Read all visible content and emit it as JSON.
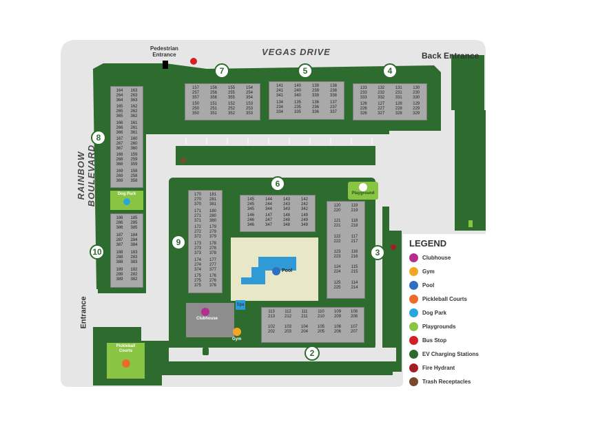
{
  "map": {
    "streets": {
      "north": "VEGAS DRIVE",
      "west": "RAINBOW BOULEVARD"
    },
    "labels": {
      "pedestrian_entrance": "Pedestrian\nEntrance",
      "back_entrance": "Back Entrance",
      "entrance": "Entrance"
    },
    "building_markers": [
      "2",
      "3",
      "4",
      "5",
      "6",
      "7",
      "8",
      "9",
      "10"
    ],
    "amenities": {
      "dog_park": "Dog Park",
      "playground": "Playground",
      "pool": "Pool",
      "spa": "Spa",
      "clubhouse": "Clubhouse",
      "gym": "Gym",
      "pickleball": "Pickleball\nCourts"
    },
    "buildings": {
      "b7": [
        [
          "157",
          "257",
          "357"
        ],
        [
          "156",
          "256",
          "356"
        ],
        [
          "155",
          "255",
          "355"
        ],
        [
          "154",
          "254",
          "354"
        ],
        [
          "150",
          "250",
          "350"
        ],
        [
          "151",
          "251",
          "351"
        ],
        [
          "152",
          "252",
          "352"
        ],
        [
          "153",
          "253",
          "353"
        ]
      ],
      "b5": [
        [
          "141",
          "241",
          "341"
        ],
        [
          "140",
          "240",
          "340"
        ],
        [
          "139",
          "239",
          "339"
        ],
        [
          "138",
          "238",
          "338"
        ],
        [
          "134",
          "234",
          "334"
        ],
        [
          "135",
          "235",
          "335"
        ],
        [
          "136",
          "236",
          "336"
        ],
        [
          "137",
          "237",
          "337"
        ]
      ],
      "b4": [
        [
          "133",
          "233",
          "333"
        ],
        [
          "132",
          "232",
          "332"
        ],
        [
          "131",
          "231",
          "331"
        ],
        [
          "130",
          "230",
          "330"
        ],
        [
          "126",
          "226",
          "326"
        ],
        [
          "127",
          "227",
          "327"
        ],
        [
          "128",
          "228",
          "328"
        ],
        [
          "129",
          "229",
          "329"
        ]
      ],
      "b8": [
        [
          "164",
          "264",
          "364"
        ],
        [
          "163",
          "263",
          "363"
        ],
        [
          "165",
          "265",
          "365"
        ],
        [
          "162",
          "262",
          "362"
        ],
        [
          "166",
          "266",
          "366"
        ],
        [
          "161",
          "261",
          "361"
        ],
        [
          "167",
          "267",
          "367"
        ],
        [
          "160",
          "260",
          "360"
        ],
        [
          "168",
          "268",
          "368"
        ],
        [
          "159",
          "259",
          "359"
        ],
        [
          "169",
          "269",
          "369"
        ],
        [
          "158",
          "258",
          "358"
        ]
      ],
      "b10": [
        [
          "186",
          "286",
          "386"
        ],
        [
          "185",
          "285",
          "385"
        ],
        [
          "187",
          "287",
          "387"
        ],
        [
          "184",
          "284",
          "384"
        ],
        [
          "188",
          "288",
          "388"
        ],
        [
          "183",
          "283",
          "383"
        ],
        [
          "189",
          "289",
          "389"
        ],
        [
          "182",
          "282",
          "382"
        ]
      ],
      "b9": [
        [
          "170",
          "270",
          "370"
        ],
        [
          "181",
          "281",
          "381"
        ],
        [
          "171",
          "271",
          "371"
        ],
        [
          "180",
          "280",
          "380"
        ],
        [
          "172",
          "272",
          "372"
        ],
        [
          "179",
          "279",
          "379"
        ],
        [
          "173",
          "273",
          "373"
        ],
        [
          "178",
          "278",
          "378"
        ],
        [
          "174",
          "274",
          "374"
        ],
        [
          "177",
          "277",
          "377"
        ],
        [
          "175",
          "275",
          "375"
        ],
        [
          "176",
          "276",
          "376"
        ]
      ],
      "b6": [
        [
          "145",
          "245",
          "345"
        ],
        [
          "144",
          "244",
          "344"
        ],
        [
          "143",
          "243",
          "343"
        ],
        [
          "142",
          "242",
          "342"
        ],
        [
          "146",
          "246",
          "346"
        ],
        [
          "147",
          "247",
          "347"
        ],
        [
          "148",
          "248",
          "348"
        ],
        [
          "149",
          "249",
          "349"
        ]
      ],
      "b3": [
        [
          "120",
          "220"
        ],
        [
          "119",
          "219"
        ],
        [
          "121",
          "221"
        ],
        [
          "118",
          "218"
        ],
        [
          "122",
          "222"
        ],
        [
          "117",
          "217"
        ],
        [
          "123",
          "223"
        ],
        [
          "116",
          "216"
        ],
        [
          "124",
          "224"
        ],
        [
          "115",
          "215"
        ],
        [
          "125",
          "225"
        ],
        [
          "114",
          "214"
        ]
      ],
      "b2": [
        [
          "113",
          "213"
        ],
        [
          "112",
          "212"
        ],
        [
          "111",
          "211"
        ],
        [
          "110",
          "210"
        ],
        [
          "109",
          "209"
        ],
        [
          "108",
          "208"
        ],
        [
          "102",
          "202"
        ],
        [
          "103",
          "203"
        ],
        [
          "104",
          "204"
        ],
        [
          "105",
          "205"
        ],
        [
          "106",
          "206"
        ],
        [
          "107",
          "207"
        ]
      ]
    }
  },
  "legend": {
    "title": "LEGEND",
    "items": [
      {
        "label": "Clubhouse",
        "icon": "clubhouse-icon",
        "color": "#b5308e"
      },
      {
        "label": "Gym",
        "icon": "gym-icon",
        "color": "#f2a626"
      },
      {
        "label": "Pool",
        "icon": "pool-icon",
        "color": "#2f6fc2"
      },
      {
        "label": "Pickleball Courts",
        "icon": "pickleball-icon",
        "color": "#ec6a2a"
      },
      {
        "label": "Dog Park",
        "icon": "dog-park-icon",
        "color": "#2aa6df"
      },
      {
        "label": "Playgrounds",
        "icon": "playground-icon",
        "color": "#8ac443"
      },
      {
        "label": "Bus Stop",
        "icon": "bus-stop-icon",
        "color": "#d32027"
      },
      {
        "label": "EV Charging Stations",
        "icon": "ev-charging-icon",
        "color": "#2d6a2d"
      },
      {
        "label": "Fire Hydrant",
        "icon": "fire-hydrant-icon",
        "color": "#a51d24"
      },
      {
        "label": "Trash Receptacles",
        "icon": "trash-icon",
        "color": "#7a4a2a"
      }
    ]
  }
}
